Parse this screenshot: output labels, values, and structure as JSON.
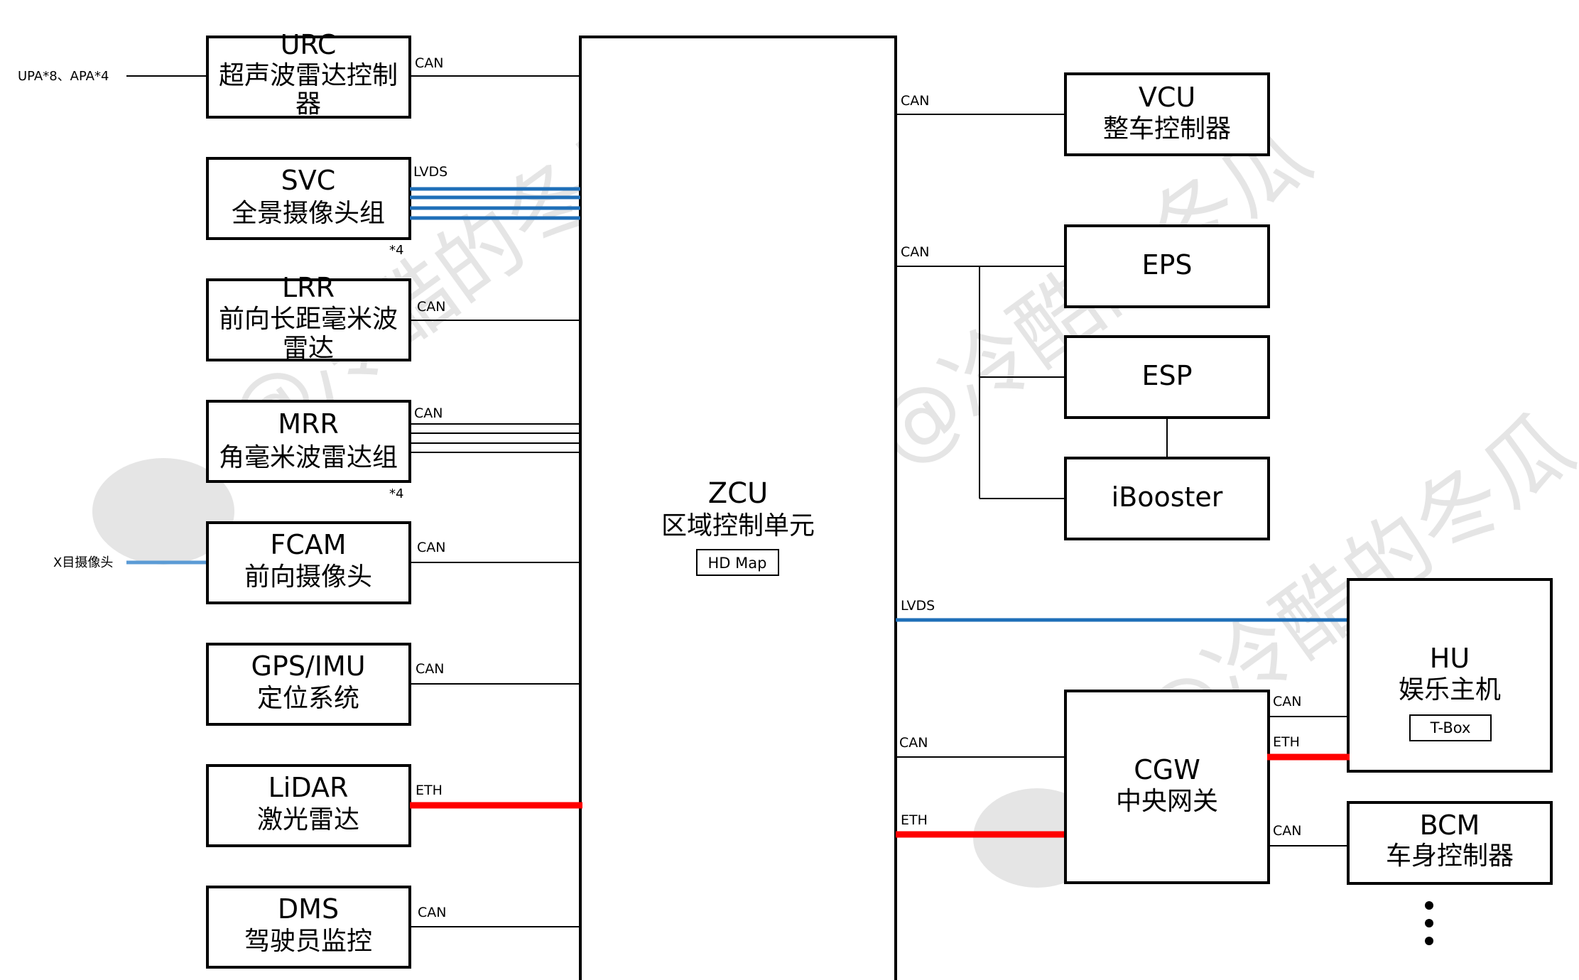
{
  "inputs": {
    "urc_input": "UPA*8、APA*4",
    "fcam_input": "X目摄像头"
  },
  "left_modules": [
    {
      "code": "URC",
      "name": "超声波雷达控制",
      "name2": "器",
      "bus": "CAN"
    },
    {
      "code": "SVC",
      "name": "全景摄像头组",
      "bus": "LVDS",
      "multiplier": "*4"
    },
    {
      "code": "LRR",
      "name": "前向长距毫米波",
      "name2": "雷达",
      "bus": "CAN"
    },
    {
      "code": "MRR",
      "name": "角毫米波雷达组",
      "bus": "CAN",
      "multiplier": "*4"
    },
    {
      "code": "FCAM",
      "name": "前向摄像头",
      "bus": "CAN"
    },
    {
      "code": "GPS/IMU",
      "name": "定位系统",
      "bus": "CAN"
    },
    {
      "code": "LiDAR",
      "name": "激光雷达",
      "bus": "ETH"
    },
    {
      "code": "DMS",
      "name": "驾驶员监控",
      "bus": "CAN"
    }
  ],
  "center": {
    "code": "ZCU",
    "name": "区域控制单元",
    "tag": "HD Map"
  },
  "right_modules": [
    {
      "code": "VCU",
      "name": "整车控制器"
    },
    {
      "code": "EPS",
      "name": ""
    },
    {
      "code": "ESP",
      "name": ""
    },
    {
      "code": "iBooster",
      "name": ""
    },
    {
      "code": "HU",
      "name": "娱乐主机",
      "tag": "T-Box"
    },
    {
      "code": "CGW",
      "name": "中央网关"
    },
    {
      "code": "BCM",
      "name": "车身控制器"
    }
  ],
  "right_bus_labels": {
    "vcu": "CAN",
    "chassis": "CAN",
    "hu": "LVDS",
    "cgw_can": "CAN",
    "cgw_eth": "ETH",
    "cgw_hu_can": "CAN",
    "cgw_hu_eth": "ETH",
    "cgw_bcm": "CAN"
  },
  "colors": {
    "lvds": "#1f6fb8",
    "eth": "#ff0000",
    "can": "#000000"
  },
  "watermark": "@冷酷的冬瓜"
}
